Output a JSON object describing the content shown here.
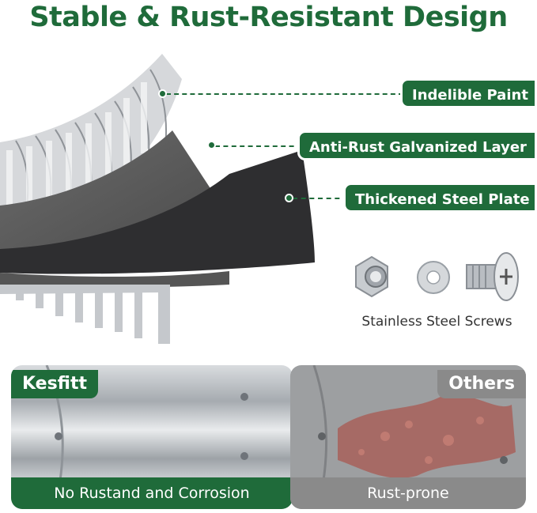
{
  "title": "Stable & Rust-Resistant Design",
  "callouts": [
    {
      "label": "Indelible Paint"
    },
    {
      "label": "Anti-Rust Galvanized Layer"
    },
    {
      "label": "Thickened Steel Plate"
    }
  ],
  "screws": {
    "caption": "Stainless Steel Screws"
  },
  "comparison": {
    "good": {
      "tag": "Kesfitt",
      "caption": "No Rustand and Corrosion"
    },
    "bad": {
      "tag": "Others",
      "caption": "Rust-prone"
    }
  },
  "colors": {
    "brand_green": "#1f6b3a",
    "gray_panel": "#8a8a8a",
    "steel": "#c9ccd0",
    "rust": "#a8605a"
  },
  "icons": [
    "hex-nut-icon",
    "washer-icon",
    "phillips-bolt-icon",
    "green-dot-marker"
  ]
}
